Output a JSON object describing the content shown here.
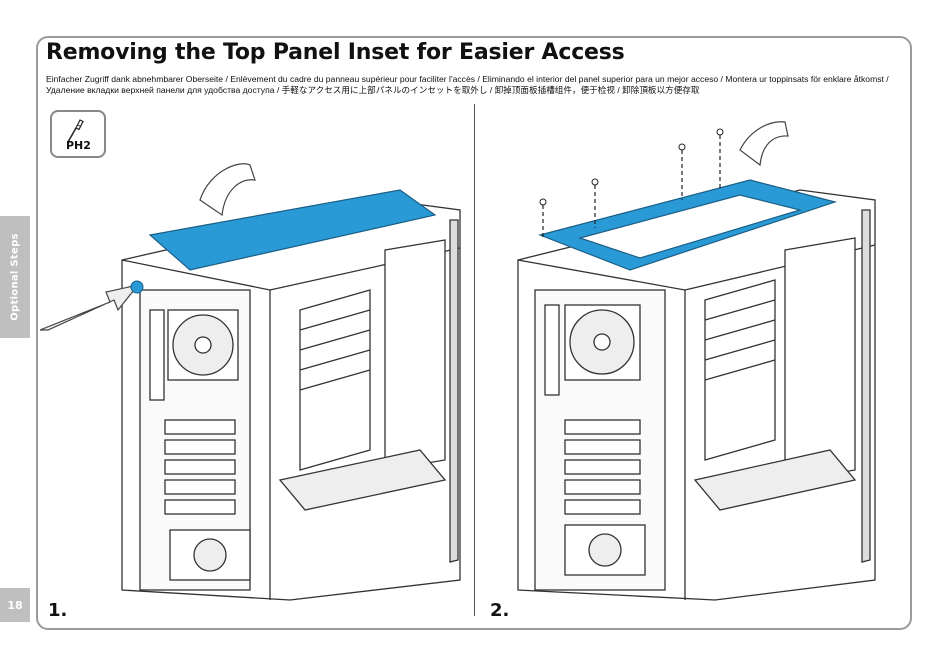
{
  "page": {
    "title": "Removing the Top Panel Inset for Easier Access",
    "subtitle": "Einfacher Zugriff dank abnehmbarer Oberseite / Enlèvement du cadre du panneau supérieur pour faciliter l'accès / Eliminando el interior del panel superior para un mejor acceso / Montera ur toppinsats för enklare åtkomst / Удаление вкладки верхней панели для удобства доступа / 手軽なアクセス用に上部パネルのインセットを取外し / 卸掉顶面板插槽组件，便于检视 / 卸除頂板以方便存取",
    "side_tab": "Optional Steps",
    "page_number": "18"
  },
  "tool": {
    "label": "PH2",
    "icon": "screwdriver-icon"
  },
  "steps": [
    {
      "number": "1."
    },
    {
      "number": "2."
    }
  ],
  "colors": {
    "highlight": "#2a9ad6",
    "frame": "#9a9a9a",
    "tab": "#bfbfbf"
  }
}
